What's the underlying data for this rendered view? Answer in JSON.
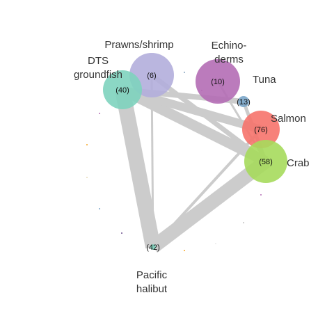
{
  "network": {
    "nodes": [
      {
        "id": "prawns",
        "label_lines": [
          "Prawns/shrimp"
        ],
        "count_label": "(6)",
        "color": "#B3AEDB"
      },
      {
        "id": "dts",
        "label_lines": [
          "DTS",
          "groundfish"
        ],
        "count_label": "(40)",
        "color": "#7ED3BE"
      },
      {
        "id": "echino",
        "label_lines": [
          "Echino-",
          "derms"
        ],
        "count_label": "(10)",
        "color": "#B46DB5"
      },
      {
        "id": "tuna",
        "label_lines": [
          "Tuna"
        ],
        "count_label": "(13)",
        "color": "#7BA6C9"
      },
      {
        "id": "salmon",
        "label_lines": [
          "Salmon"
        ],
        "count_label": "(76)",
        "color": "#F6736B"
      },
      {
        "id": "crab",
        "label_lines": [
          "Crab"
        ],
        "count_label": "(58)",
        "color": "#A6DA5C"
      },
      {
        "id": "halibut",
        "label_lines": [
          "Pacific",
          "halibut"
        ],
        "count_label": "(42)",
        "color": "#7ED3BE"
      }
    ],
    "edges": [
      {
        "from": "dts",
        "to": "halibut",
        "weight": 22
      },
      {
        "from": "halibut",
        "to": "crab",
        "weight": 20
      },
      {
        "from": "dts",
        "to": "crab",
        "weight": 15
      },
      {
        "from": "dts",
        "to": "salmon",
        "weight": 12
      },
      {
        "from": "dts",
        "to": "tuna",
        "weight": 8
      },
      {
        "from": "prawns",
        "to": "crab",
        "weight": 7
      },
      {
        "from": "tuna",
        "to": "crab",
        "weight": 5
      },
      {
        "from": "halibut",
        "to": "salmon",
        "weight": 4
      },
      {
        "from": "prawns",
        "to": "halibut",
        "weight": 3
      },
      {
        "from": "echino",
        "to": "crab",
        "weight": 3
      }
    ],
    "edge_color": "#CCCCCC"
  }
}
